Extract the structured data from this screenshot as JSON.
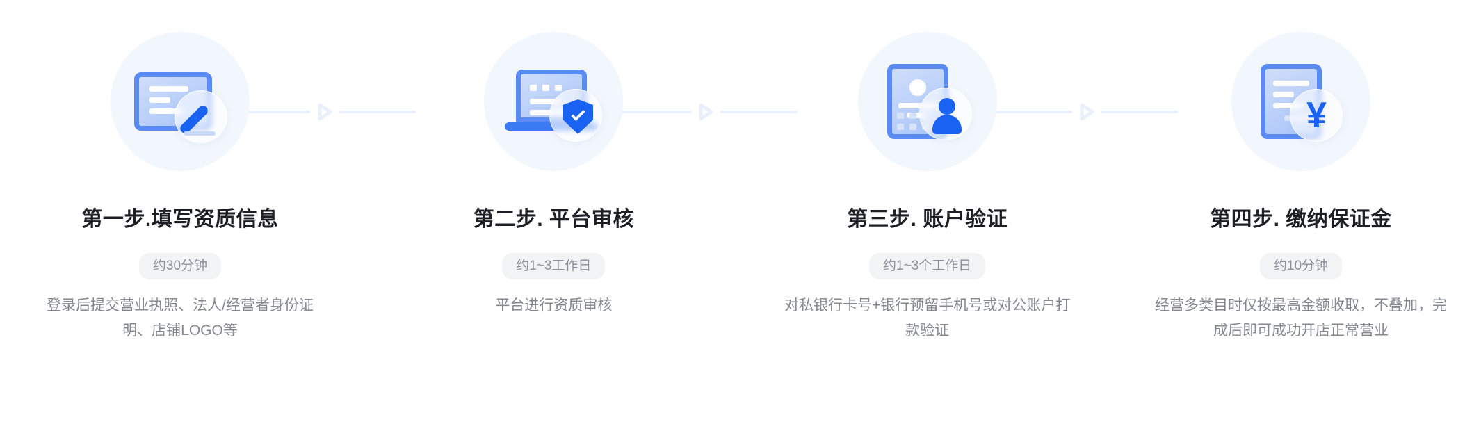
{
  "page": {
    "type": "merchant-onboarding-step-flow",
    "background_color": "#ffffff",
    "accent_color": "#1a62f2",
    "card_blue": "#5a8bf5",
    "halo_color": "#f2f6fd",
    "connector_color": "#eaf0fb",
    "badge_bg": "#f2f3f5",
    "badge_text_color": "#8a8f99",
    "title_color": "#1d1f24",
    "desc_color": "#84888f"
  },
  "steps": [
    {
      "index": 1,
      "icon": "form-pen-icon",
      "title": "第一步.填写资质信息",
      "duration": "约30分钟",
      "description": "登录后提交营业执照、法人/经营者身份证明、店铺LOGO等"
    },
    {
      "index": 2,
      "icon": "laptop-shield-check-icon",
      "title": "第二步. 平台审核",
      "duration": "约1~3工作日",
      "description": "平台进行资质审核"
    },
    {
      "index": 3,
      "icon": "id-card-person-icon",
      "title": "第三步. 账户验证",
      "duration": "约1~3个工作日",
      "description": "对私银行卡号+银行预留手机号或对公账户打款验证"
    },
    {
      "index": 4,
      "icon": "document-yuan-icon",
      "title": "第四步. 缴纳保证金",
      "duration": "约10分钟",
      "description": "经营多类目时仅按最高金额收取，不叠加，完成后即可成功开店正常营业"
    }
  ],
  "connectors": [
    {
      "from": 1,
      "to": 2,
      "icon": "arrow-right-triangle-icon"
    },
    {
      "from": 2,
      "to": 3,
      "icon": "arrow-right-triangle-icon"
    },
    {
      "from": 3,
      "to": 4,
      "icon": "arrow-right-triangle-icon"
    }
  ],
  "icon_glyphs": {
    "yuan_symbol": "¥"
  }
}
